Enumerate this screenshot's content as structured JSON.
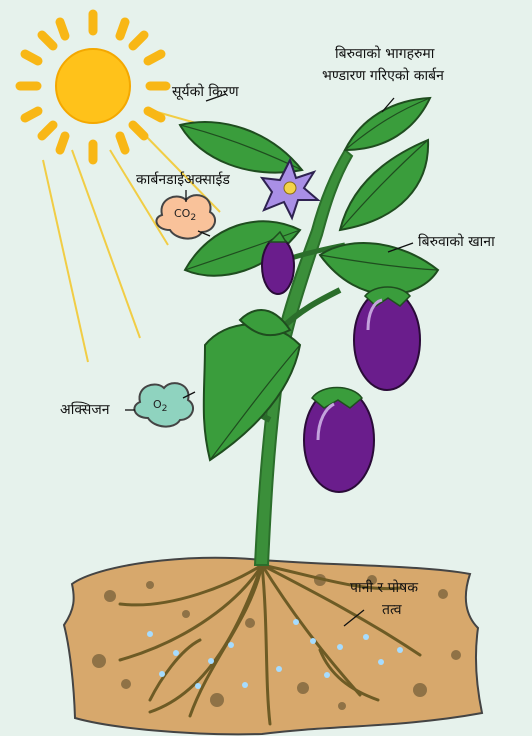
{
  "labels": {
    "sunlight": "सूर्यको किरण",
    "carbon_stored_line1": "बिरुवाको भागहरुमा",
    "carbon_stored_line2": "भण्डारण गरिएको कार्बन",
    "carbon_dioxide": "कार्बनडाईअक्साईड",
    "plant_food": "बिरुवाको खाना",
    "oxygen": "अक्सिजन",
    "water_nutrients_line1": "पानी र पोषक",
    "water_nutrients_line2": "तत्व"
  },
  "gases": {
    "co2": {
      "base": "CO",
      "sub": "2"
    },
    "o2": {
      "base": "O",
      "sub": "2"
    }
  },
  "colors": {
    "background": "#e6f2ec",
    "sun": "#ffc21a",
    "sun_ray": "#f8b716",
    "light_beam": "#f1cd45",
    "leaf": "#3a9d3c",
    "stem": "#3b8f3a",
    "eggplant": "#6a1d8c",
    "flower": "#a98fe6",
    "soil": "#d7a86c",
    "roots": "#6d5b25",
    "co2_cloud": "#f9c29a",
    "o2_cloud": "#8fd3bf",
    "water_dots": "#a6dcff"
  },
  "icons": [
    "sun-icon",
    "co2-cloud-icon",
    "o2-cloud-icon",
    "flower-icon",
    "eggplant-icon"
  ]
}
